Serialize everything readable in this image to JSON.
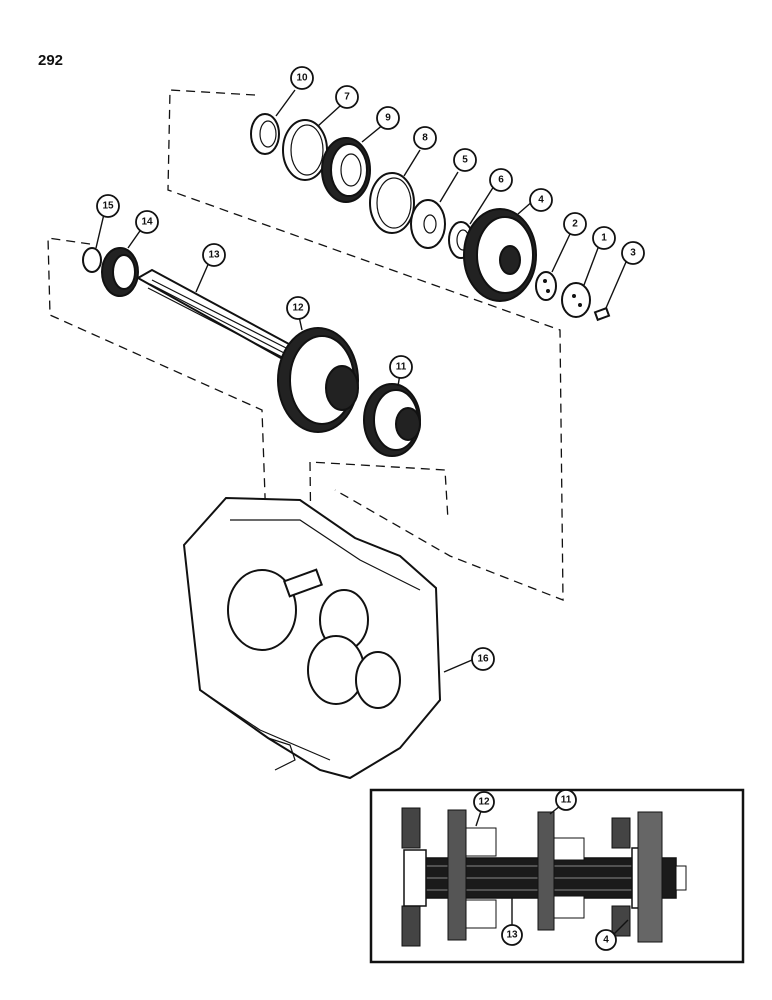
{
  "page": {
    "number": "292"
  },
  "callouts": {
    "c1": "1",
    "c2": "2",
    "c3": "3",
    "c4": "4",
    "c5": "5",
    "c6": "6",
    "c7": "7",
    "c8": "8",
    "c9": "9",
    "c10": "10",
    "c11": "11",
    "c12": "12",
    "c13": "13",
    "c14": "14",
    "c15": "15",
    "c16": "16"
  },
  "inset": {
    "c12": "12",
    "c11": "11",
    "c13": "13",
    "c4": "4"
  }
}
